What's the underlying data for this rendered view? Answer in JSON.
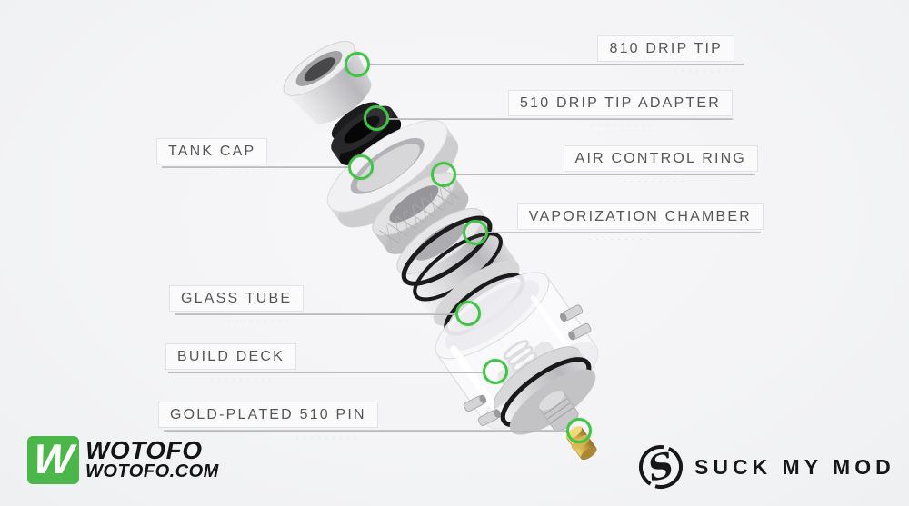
{
  "colors": {
    "background": "#f5f5f7",
    "marker_green": "#43c347",
    "leader_line": "#b4b4b8",
    "label_text": "#55555a",
    "wotofo_green": "#4bb649",
    "gold_pin": "#c9a544",
    "logo_black": "#17171a"
  },
  "callouts": [
    {
      "id": "810-drip-tip",
      "text": "810 DRIP TIP",
      "micro": "· · · · · · · · ·",
      "side": "right"
    },
    {
      "id": "510-drip-tip-adapter",
      "text": "510 DRIP TIP ADAPTER",
      "micro": "· · · · · · · · ·",
      "side": "right"
    },
    {
      "id": "tank-cap",
      "text": "TANK CAP",
      "micro": "· · · · · · · · ·",
      "side": "left"
    },
    {
      "id": "air-control-ring",
      "text": "AIR CONTROL RING",
      "micro": "· · · · · · · · ·",
      "side": "right"
    },
    {
      "id": "vaporization-chamber",
      "text": "VAPORIZATION CHAMBER",
      "micro": "· · · · · · · · ·",
      "side": "right"
    },
    {
      "id": "glass-tube",
      "text": "GLASS TUBE",
      "micro": "· · · · · · · · ·",
      "side": "left"
    },
    {
      "id": "build-deck",
      "text": "BUILD DECK",
      "micro": "· · · · · · · · ·",
      "side": "left"
    },
    {
      "id": "gold-plated-510-pin",
      "text": "GOLD-PLATED 510 PIN",
      "micro": "· · · · · · · · ·",
      "side": "left"
    }
  ],
  "branding": {
    "wotofo": {
      "monogram": "W",
      "name": "WOTOFO",
      "url_text": "WOTOFO.COM"
    },
    "suck_my_mod": {
      "monogram": "S",
      "text": "SUCK MY MOD"
    }
  }
}
